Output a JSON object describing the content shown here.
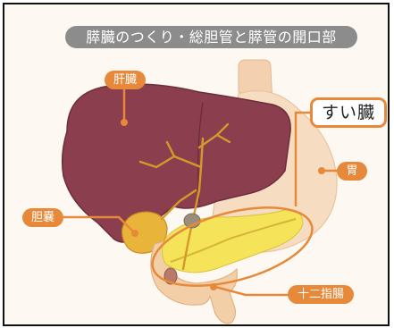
{
  "title": "膵臓のつくり・総胆管と膵管の開口部",
  "labels": {
    "liver": "肝臓",
    "pancreas": "すい臓",
    "stomach": "胃",
    "gallbladder": "胆嚢",
    "duodenum": "十二指腸"
  },
  "colors": {
    "liver": "#8a3e4e",
    "stomach": "#f6dcc0",
    "pancreas": "#f5e35a",
    "accent": "#e7893a",
    "bile_duct": "#d39a2a",
    "title_bg": "#8c8c8c"
  }
}
